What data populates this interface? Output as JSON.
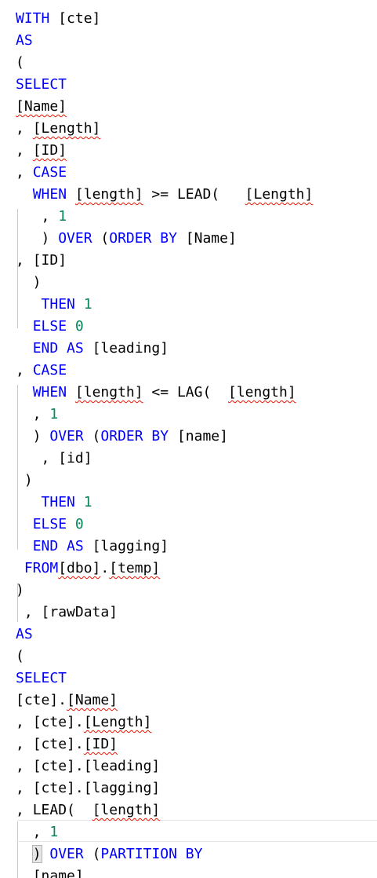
{
  "editor": {
    "language": "SQL",
    "colors": {
      "keyword": "#0000ff",
      "number": "#098658",
      "text": "#000000",
      "squiggle": "#e51400",
      "background": "#ffffff"
    },
    "lines": [
      [
        [
          "kw",
          "WITH"
        ],
        [
          "pu",
          " "
        ],
        [
          "id",
          "[cte]"
        ]
      ],
      [
        [
          "kw",
          "AS"
        ]
      ],
      [
        [
          "pu",
          "("
        ]
      ],
      [
        [
          "kw",
          "SELECT"
        ]
      ],
      [
        [
          "sq",
          "[Name]"
        ]
      ],
      [
        [
          "pu",
          ", "
        ],
        [
          "sq",
          "[Length]"
        ]
      ],
      [
        [
          "pu",
          ", "
        ],
        [
          "sq",
          "[ID]"
        ]
      ],
      [
        [
          "pu",
          ", "
        ],
        [
          "kw",
          "CASE"
        ]
      ],
      [
        [
          "pu",
          "  "
        ],
        [
          "kw",
          "WHEN"
        ],
        [
          "pu",
          " "
        ],
        [
          "sq",
          "[length]"
        ],
        [
          "pu",
          " >= "
        ],
        [
          "id",
          "LEAD("
        ],
        [
          "pu",
          "   "
        ],
        [
          "sq",
          "[Length]"
        ]
      ],
      [
        [
          "pu",
          "   , "
        ],
        [
          "num",
          "1"
        ]
      ],
      [
        [
          "pu",
          "   ) "
        ],
        [
          "kw",
          "OVER"
        ],
        [
          "pu",
          " ("
        ],
        [
          "kw",
          "ORDER BY"
        ],
        [
          "pu",
          " "
        ],
        [
          "id",
          "[Name]"
        ]
      ],
      [
        [
          "pu",
          ", "
        ],
        [
          "id",
          "[ID]"
        ]
      ],
      [
        [
          "pu",
          "  )"
        ]
      ],
      [
        [
          "pu",
          "   "
        ],
        [
          "kw",
          "THEN"
        ],
        [
          "pu",
          " "
        ],
        [
          "num",
          "1"
        ]
      ],
      [
        [
          "pu",
          "  "
        ],
        [
          "kw",
          "ELSE"
        ],
        [
          "pu",
          " "
        ],
        [
          "num",
          "0"
        ]
      ],
      [
        [
          "pu",
          "  "
        ],
        [
          "kw",
          "END"
        ],
        [
          "pu",
          " "
        ],
        [
          "kw",
          "AS"
        ],
        [
          "pu",
          " "
        ],
        [
          "id",
          "[leading]"
        ]
      ],
      [
        [
          "pu",
          ", "
        ],
        [
          "kw",
          "CASE"
        ]
      ],
      [
        [
          "pu",
          "  "
        ],
        [
          "kw",
          "WHEN"
        ],
        [
          "pu",
          " "
        ],
        [
          "sq",
          "[length]"
        ],
        [
          "pu",
          " <= "
        ],
        [
          "id",
          "LAG("
        ],
        [
          "pu",
          "  "
        ],
        [
          "sq",
          "[length]"
        ]
      ],
      [
        [
          "pu",
          "  , "
        ],
        [
          "num",
          "1"
        ]
      ],
      [
        [
          "pu",
          "  ) "
        ],
        [
          "kw",
          "OVER"
        ],
        [
          "pu",
          " ("
        ],
        [
          "kw",
          "ORDER BY"
        ],
        [
          "pu",
          " "
        ],
        [
          "id",
          "[name]"
        ]
      ],
      [
        [
          "pu",
          "   , "
        ],
        [
          "id",
          "[id]"
        ]
      ],
      [
        [
          "pu",
          " )"
        ]
      ],
      [
        [
          "pu",
          "   "
        ],
        [
          "kw",
          "THEN"
        ],
        [
          "pu",
          " "
        ],
        [
          "num",
          "1"
        ]
      ],
      [
        [
          "pu",
          "  "
        ],
        [
          "kw",
          "ELSE"
        ],
        [
          "pu",
          " "
        ],
        [
          "num",
          "0"
        ]
      ],
      [
        [
          "pu",
          "  "
        ],
        [
          "kw",
          "END"
        ],
        [
          "pu",
          " "
        ],
        [
          "kw",
          "AS"
        ],
        [
          "pu",
          " "
        ],
        [
          "id",
          "[lagging]"
        ]
      ],
      [
        [
          "pu",
          " "
        ],
        [
          "kw",
          "FROM"
        ],
        [
          "sq",
          "[dbo]"
        ],
        [
          "pu",
          "."
        ],
        [
          "sq",
          "[temp]"
        ]
      ],
      [
        [
          "pu",
          ")"
        ]
      ],
      [
        [
          "pu",
          " , "
        ],
        [
          "id",
          "[rawData]"
        ]
      ],
      [
        [
          "kw",
          "AS"
        ]
      ],
      [
        [
          "pu",
          "("
        ]
      ],
      [
        [
          "kw",
          "SELECT"
        ]
      ],
      [
        [
          "id",
          "[cte]."
        ],
        [
          "sq",
          "[Name]"
        ]
      ],
      [
        [
          "pu",
          ", "
        ],
        [
          "id",
          "[cte]."
        ],
        [
          "sq",
          "[Length]"
        ]
      ],
      [
        [
          "pu",
          ", "
        ],
        [
          "id",
          "[cte]."
        ],
        [
          "sq",
          "[ID]"
        ]
      ],
      [
        [
          "pu",
          ", "
        ],
        [
          "id",
          "[cte].[leading]"
        ]
      ],
      [
        [
          "pu",
          ", "
        ],
        [
          "id",
          "[cte].[lagging]"
        ]
      ],
      [
        [
          "pu",
          ", "
        ],
        [
          "id",
          "LEAD("
        ],
        [
          "pu",
          "  "
        ],
        [
          "sq",
          "[length]"
        ]
      ],
      [
        [
          "pu",
          "  , "
        ],
        [
          "num",
          "1"
        ]
      ],
      [
        [
          "pu",
          "  "
        ],
        [
          "hl",
          ")"
        ],
        [
          "pu",
          " "
        ],
        [
          "kw",
          "OVER"
        ],
        [
          "pu",
          " ("
        ],
        [
          "kw",
          "PARTITION BY"
        ]
      ],
      [
        [
          "pu",
          "  "
        ],
        [
          "sq",
          "[name]"
        ]
      ]
    ]
  }
}
